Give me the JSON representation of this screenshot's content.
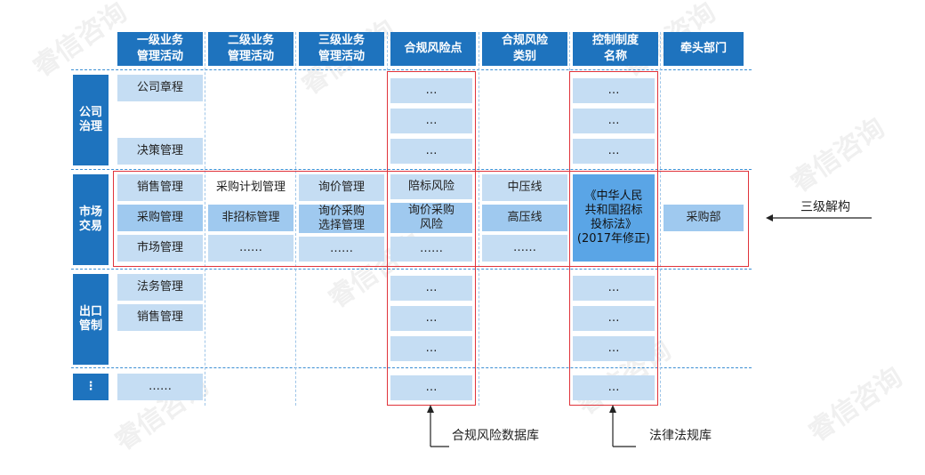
{
  "watermark": "睿信咨询",
  "headers": [
    "一级业务\n管理活动",
    "二级业务\n管理活动",
    "三级业务\n管理活动",
    "合规风险点",
    "合规风险\n类别",
    "控制制度\n名称",
    "牵头部门"
  ],
  "sections": [
    "公司\n治理",
    "市场\n交易",
    "出口\n管制",
    "⋮"
  ],
  "col1": [
    "公司章程",
    "决策管理",
    "销售管理",
    "采购管理",
    "市场管理",
    "法务管理",
    "销售管理",
    "……"
  ],
  "col2": [
    "采购计划管理",
    "非招标管理",
    "……"
  ],
  "col3": [
    "询价管理",
    "询价采购\n选择管理",
    "……"
  ],
  "col4": [
    "…",
    "…",
    "…",
    "陪标风险",
    "询价采购\n风险",
    "……",
    "…",
    "…",
    "…",
    "…"
  ],
  "col5": [
    "中压线",
    "高压线",
    "……"
  ],
  "col6": [
    "…",
    "…",
    "…",
    "《中华人民\n共和国招标\n投标法》\n(2017年修正)",
    "…",
    "…",
    "…",
    "…"
  ],
  "col7": [
    "采购部"
  ],
  "annotations": {
    "level3": "三级解构",
    "risk_db": "合规风险数据库",
    "law_db": "法律法规库"
  }
}
